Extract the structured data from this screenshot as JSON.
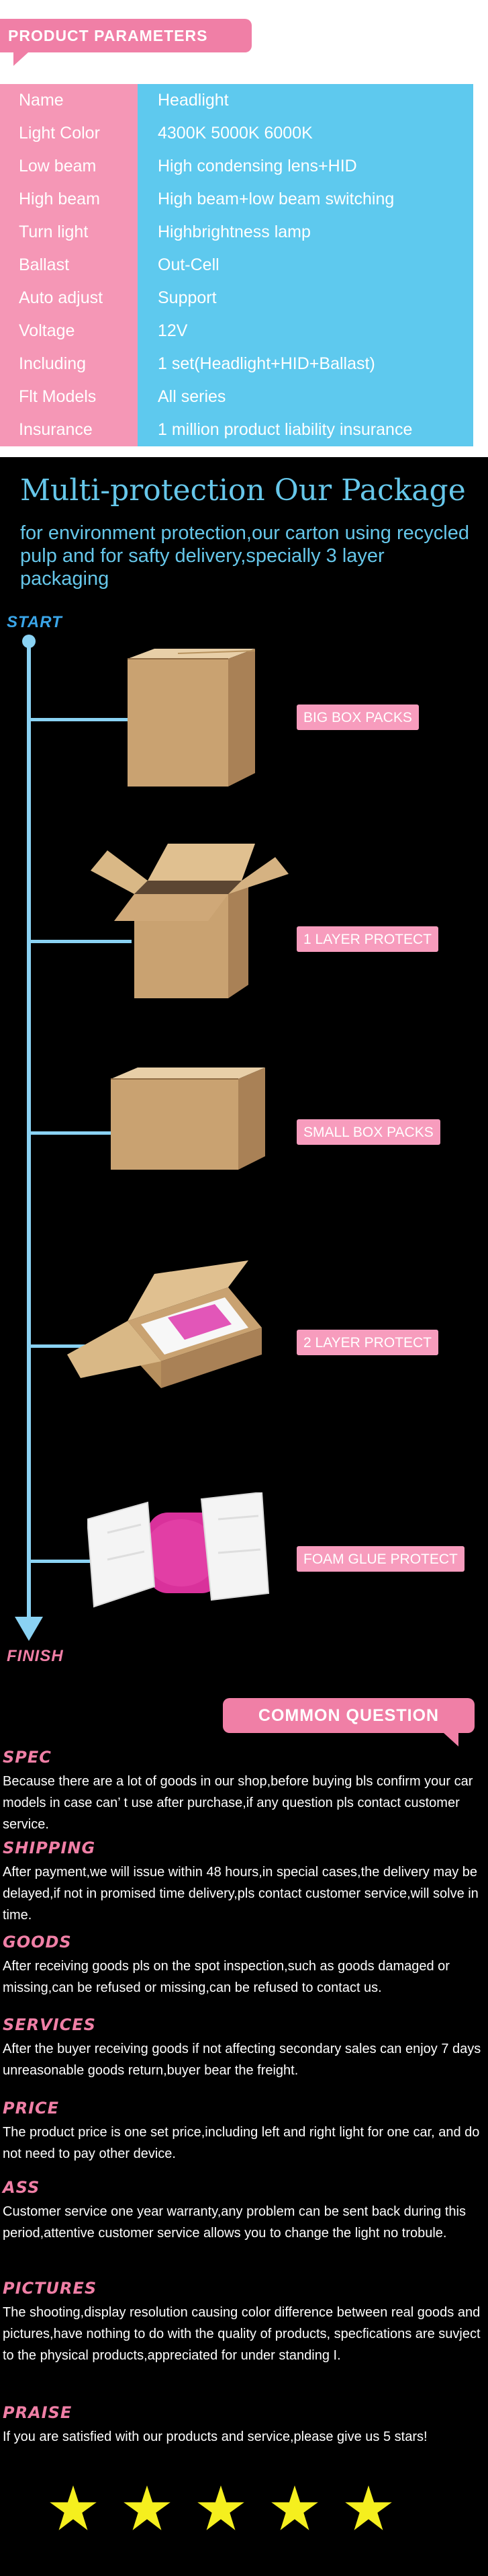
{
  "params": {
    "header": "PRODUCT PARAMETERS",
    "rows": [
      {
        "label": "Name",
        "value": "Headlight"
      },
      {
        "label": "Light Color",
        "value": "4300K 5000K 6000K"
      },
      {
        "label": "Low beam",
        "value": "High condensing lens+HID"
      },
      {
        "label": "High beam",
        "value": "High beam+low beam switching"
      },
      {
        "label": "Turn light",
        "value": "Highbrightness lamp"
      },
      {
        "label": "Ballast",
        "value": "Out-Cell"
      },
      {
        "label": "Auto adjust",
        "value": "Support"
      },
      {
        "label": "Voltage",
        "value": "12V"
      },
      {
        "label": "Including",
        "value": "1 set(Headlight+HID+Ballast)"
      },
      {
        "label": "Flt Models",
        "value": "All series"
      },
      {
        "label": "Insurance",
        "value": "1 million product liability insurance"
      }
    ]
  },
  "package": {
    "title": "Multi-protection Our Package",
    "subtitle": "for environment protection,our carton using recycled pulp and for safty delivery,specially 3 layer packaging",
    "start_label": "START",
    "finish_label": "FINISH",
    "steps": [
      {
        "label": "BIG BOX PACKS",
        "icon": "closed-box-icon"
      },
      {
        "label": "1 LAYER PROTECT",
        "icon": "open-box-icon"
      },
      {
        "label": "SMALL BOX PACKS",
        "icon": "small-box-icon"
      },
      {
        "label": "2 LAYER PROTECT",
        "icon": "open-box-foam-icon"
      },
      {
        "label": "FOAM GLUE PROTECT",
        "icon": "foam-wrapped-headlight-icon"
      }
    ]
  },
  "faq": {
    "header": "COMMON QUESTION",
    "items": [
      {
        "heading": "SPEC",
        "text": "Because there are a lot of goods in our shop,before buying bls confirm your car models in case can’ t use after purchase,if any question pls contact customer service."
      },
      {
        "heading": "SHIPPING",
        "text": "After payment,we will issue within 48 hours,in special cases,the delivery may be delayed,if not in promised time delivery,pls contact customer service,will solve in time."
      },
      {
        "heading": "GOODS",
        "text": "After receiving goods pls on the spot inspection,such as goods damaged or missing,can be refused or missing,can be refused to contact us."
      },
      {
        "heading": "SERVICES",
        "text": "After the buyer receiving goods if not affecting secondary sales can enjoy 7 days unreasonable goods return,buyer bear the freight."
      },
      {
        "heading": "PRICE",
        "text": "The product price is one set price,including left and right light for one car, and do not need to pay other device."
      },
      {
        "heading": "ASS",
        "text": "Customer service one year warranty,any problem can be sent back during this period,attentive customer service allows you to change the light no trobule."
      },
      {
        "heading": "PICTURES",
        "text": "The shooting,display resolution causing color difference between real goods and pictures,have nothing to do with the quality of products, specfications are suvject to the physical products,appreciated for under standing I."
      },
      {
        "heading": "PRAISE",
        "text": "If you are satisfied with our products and service,please give us 5 stars!"
      }
    ],
    "stars": 5,
    "star_color": "#f5ef1e"
  },
  "colors": {
    "pink": "#f07fa6",
    "blue": "#5ec9ee",
    "black": "#000000"
  }
}
